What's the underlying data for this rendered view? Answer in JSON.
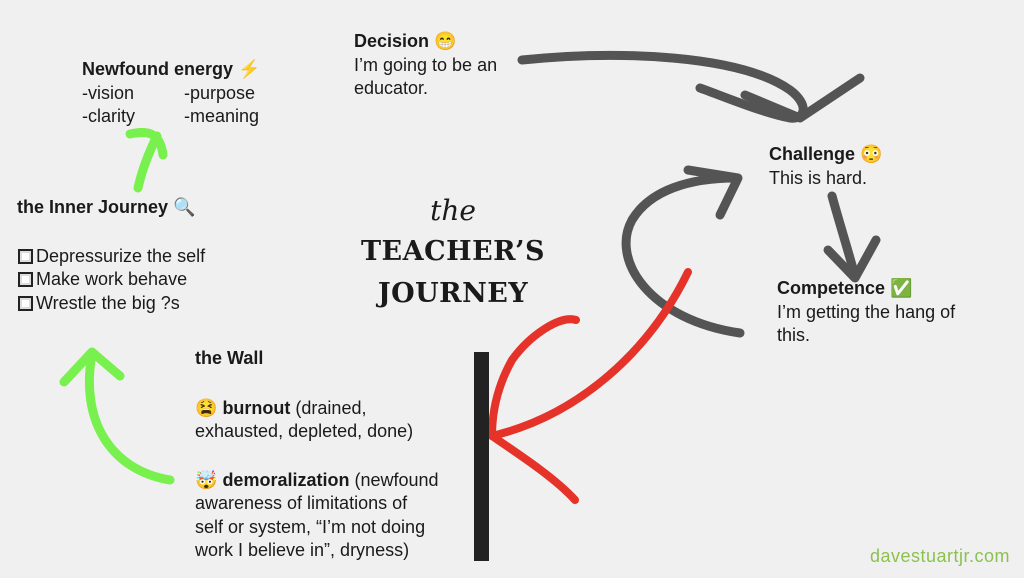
{
  "title": {
    "line1": "the",
    "line2": "TEACHER’S",
    "line3": "JOURNEY"
  },
  "decision": {
    "heading": "Decision",
    "emoji": "😁",
    "lines": [
      "I’m going to be an",
      "educator."
    ]
  },
  "challenge": {
    "heading": "Challenge",
    "emoji": "😳",
    "lines": [
      "This is hard."
    ]
  },
  "competence": {
    "heading": "Competence",
    "emoji": "✅",
    "lines": [
      "I’m getting the hang of",
      "this."
    ]
  },
  "wall": {
    "heading": "the Wall",
    "burnout": {
      "emoji": "😫",
      "term": "burnout",
      "rest": " (drained,",
      "line2": "exhausted, depleted, done)"
    },
    "demoralization": {
      "emoji": "🤯",
      "term": "demoralization",
      "rest": " (newfound",
      "lines": [
        "awareness of limitations of",
        "self or system, “I’m not doing",
        "work I believe in”, dryness)"
      ]
    }
  },
  "inner_journey": {
    "heading": "the Inner Journey",
    "emoji": "🔍",
    "items": [
      "Depressurize the self",
      "Make work behave",
      "Wrestle the big ?s"
    ]
  },
  "newfound_energy": {
    "heading": "Newfound energy",
    "emoji": "⚡",
    "items": [
      "-vision",
      "-purpose",
      "-clarity",
      "-meaning"
    ]
  },
  "watermark": "davestuartjr.com",
  "colors": {
    "gray_arrow": "#545454",
    "red_arrow": "#e5332a",
    "green_arrow": "#78f04e",
    "wall": "#222222",
    "watermark": "#8cc152"
  }
}
